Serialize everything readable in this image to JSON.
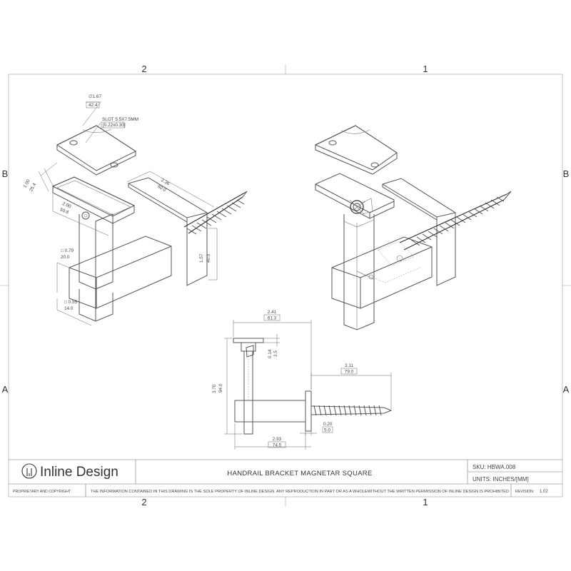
{
  "zones": {
    "top_left": "2",
    "top_right": "1",
    "bottom_left": "2",
    "bottom_right": "1",
    "left_top": "B",
    "left_bottom": "A",
    "right_top": "B",
    "right_bottom": "A"
  },
  "dimensions": {
    "dia_in": "∅1.67",
    "dia_mm": "42.4",
    "slot_mm": "SLOT 5.5X7.5MM",
    "slot_in": "[0.22x0.30]",
    "d100_in": "1.00",
    "d100_mm": "25.4",
    "d200_in": "2.00",
    "d200_mm": "50.8",
    "d236_in": "2.36",
    "d236_mm": "60.0",
    "d157_in": "1.57",
    "d157_mm": "40.0",
    "d079_in": "□ 0.79",
    "d079_mm": "20.0",
    "d055_in": "□ 0.55",
    "d055_mm": "14.0",
    "d241_in": "2.41",
    "d241_mm": "61.3",
    "d014_in": "0.14",
    "d014_mm": "3.5",
    "d311_in": "3.11",
    "d311_mm": "79.0",
    "d370_in": "3.70",
    "d370_mm": "94.0",
    "d020_in": "0.20",
    "d020_mm": "5.0",
    "d293_in": "2.93",
    "d293_mm": "74.5"
  },
  "title_block": {
    "logo_text": "Inline Design",
    "title": "HANDRAIL BRACKET MAGNETAR SQUARE",
    "sku": "SKU:  HBWA.008",
    "units": "UNITS: INCHES/[MM]",
    "proprietary": "PROPRIETARY AND COPYRIGHT",
    "notice": "THE INFORMATION CONTAINED IN THIS DRAWING IS THE SOLE PROPERTY OF INLINE DESIGN.  ANY REPRODUCTION IN PART OR AS A WHOLEWITHOUT THE WRITTEN PERMISSION OF INLINE DESIGN IS PROHIBITED",
    "revision_label": "REVISION:",
    "revision": "1.02"
  }
}
